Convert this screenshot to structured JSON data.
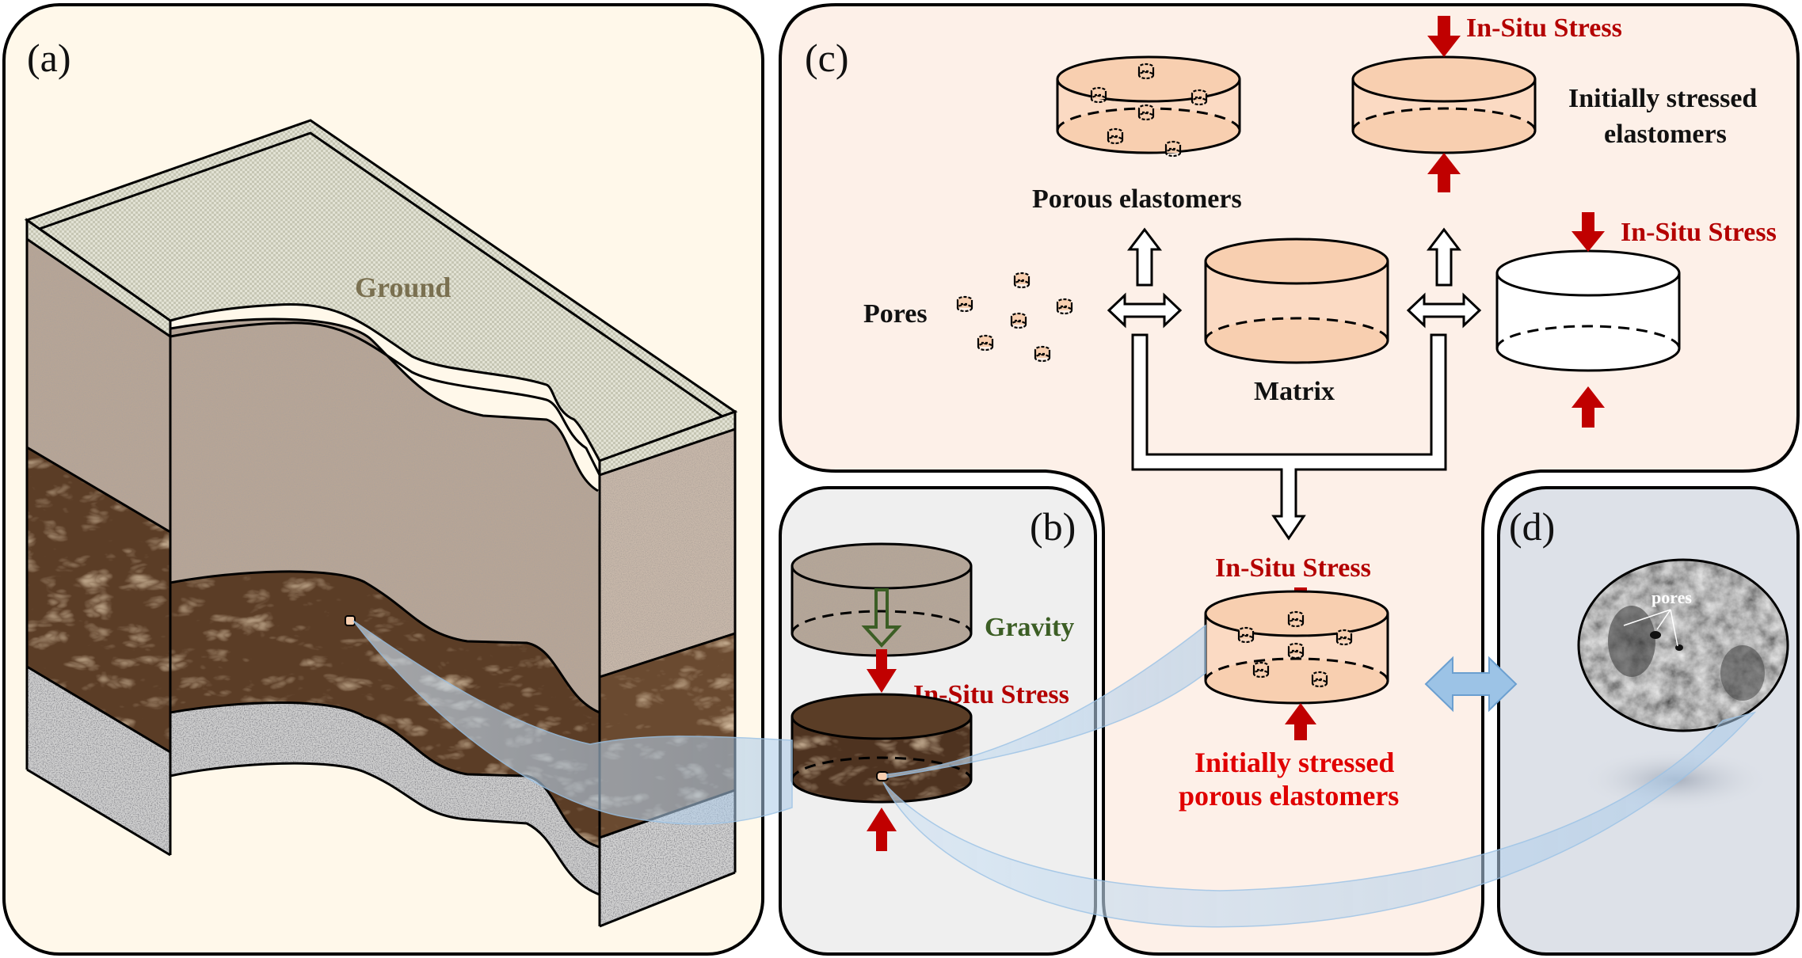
{
  "figure": {
    "panels": {
      "a": {
        "label": "(a)",
        "ground_label": "Ground"
      },
      "b": {
        "label": "(b)",
        "gravity_label": "Gravity",
        "stress_label": "In-Situ Stress"
      },
      "c": {
        "label": "(c)",
        "porous_label": "Porous elastomers",
        "initially_stressed_label_line1": "Initially stressed",
        "initially_stressed_label_line2": "elastomers",
        "top_stress_label": "In-Situ Stress",
        "right_stress_label": "In-Situ Stress",
        "pores_label": "Pores",
        "matrix_label": "Matrix",
        "bottom_stress_label": "In-Situ Stress",
        "result_label_line1": "Initially stressed",
        "result_label_line2": "porous elastomers"
      },
      "d": {
        "label": "(d)",
        "sem_pores_label": "pores"
      }
    },
    "colors": {
      "panel_a_bg": "#fff8ea",
      "panel_c_bg": "#fdf0e8",
      "panel_b_bg": "#efefef",
      "panel_d_bg": "#dde1e8",
      "elastomer_fill": "#f8cfb0",
      "stress_arrow": "#c00000",
      "gravity_arrow": "#3c5e25",
      "link_blue": "#9cc3e6",
      "topsoil": "#b8a898",
      "dark_rock": "#5a3d26",
      "granite": "#c8c8c8",
      "surface": "#dcdccc"
    }
  }
}
